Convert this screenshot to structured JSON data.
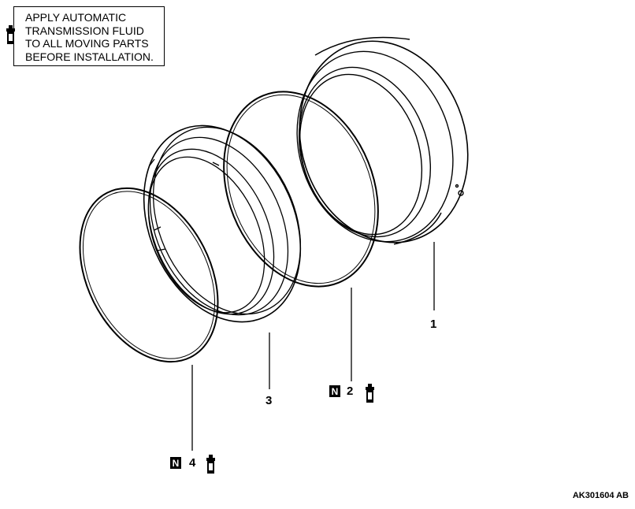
{
  "note": {
    "lines": [
      "APPLY AUTOMATIC",
      "TRANSMISSION FLUID",
      "TO ALL MOVING PARTS",
      "BEFORE INSTALLATION."
    ]
  },
  "callouts": {
    "part1": "1",
    "part2": "2",
    "part3": "3",
    "part4": "4",
    "n_symbol": "N"
  },
  "figure_id": "AK301604 AB",
  "icons": [
    "fluid-bottle-icon",
    "n-replace-icon"
  ]
}
